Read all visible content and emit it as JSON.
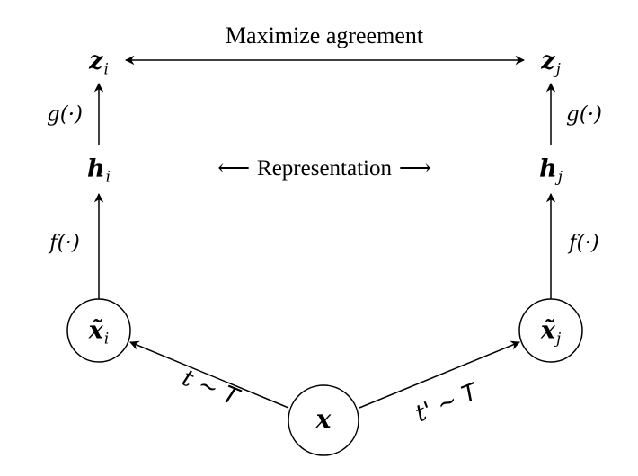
{
  "title": "Maximize agreement",
  "representation": {
    "left_arrow": "⟵",
    "label": "Representation",
    "right_arrow": "⟶"
  },
  "left": {
    "z": "z",
    "z_sub": "i",
    "g": "g(·)",
    "h": "h",
    "h_sub": "i",
    "f": "f(·)",
    "x": "x̃",
    "x_sub": "i",
    "t": "t ∼ ",
    "t_set": "T"
  },
  "right": {
    "z": "z",
    "z_sub": "j",
    "g": "g(·)",
    "h": "h",
    "h_sub": "j",
    "f": "f(·)",
    "x": "x̃",
    "x_sub": "j",
    "t": "t' ∼ ",
    "t_set": "T"
  },
  "center": {
    "x": "x"
  }
}
